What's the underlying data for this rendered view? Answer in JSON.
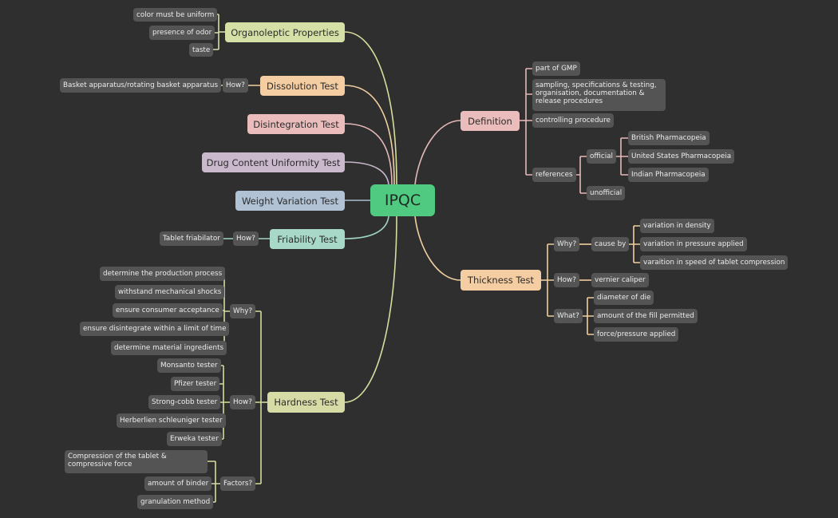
{
  "center": {
    "label": "IPQC"
  },
  "left": {
    "organoleptic": {
      "label": "Organoleptic Properties",
      "items": [
        "color must be uniform",
        "presence of odor",
        "taste"
      ]
    },
    "dissolution": {
      "label": "Dissolution Test",
      "how": "How?",
      "how_items": [
        "Basket apparatus/rotating basket apparatus"
      ]
    },
    "disintegration": {
      "label": "Disintegration Test"
    },
    "drug_content": {
      "label": "Drug Content Uniformity Test"
    },
    "weight_variation": {
      "label": "Weight Variation Test"
    },
    "friability": {
      "label": "Friability Test",
      "how": "How?",
      "how_items": [
        "Tablet friabilator"
      ]
    },
    "hardness": {
      "label": "Hardness Test",
      "why": "Why?",
      "why_items": [
        "determine the production process",
        "withstand mechanical shocks",
        "ensure consumer acceptance",
        "ensure disintegrate within a limit of time",
        "determine material ingredients"
      ],
      "how": "How?",
      "how_items": [
        "Monsanto tester",
        "Pfizer tester",
        "Strong-cobb tester",
        "Herberlien schleuniger tester",
        "Erweka tester"
      ],
      "factors": "Factors?",
      "factors_items": [
        "Compression of the tablet & compressive force",
        "amount of binder",
        "granulation method"
      ]
    }
  },
  "right": {
    "definition": {
      "label": "Definition",
      "items": [
        "part of GMP",
        "sampling, specifications & testing, organisation, documentation & release procedures",
        "controlling procedure"
      ],
      "references": "references",
      "official": "official",
      "official_items": [
        "British Pharmacopeia",
        "United States Pharmacopeia",
        "Indian Pharmacopeia"
      ],
      "unofficial": "unofficial"
    },
    "thickness": {
      "label": "Thickness Test",
      "why": "Why?",
      "cause_by": "cause by",
      "cause_items": [
        "variation in density",
        "variation in pressure applied",
        "varaition in speed of tablet compression"
      ],
      "how": "How?",
      "how_items": [
        "vernier caliper"
      ],
      "what": "What?",
      "what_items": [
        "diameter of die",
        "amount of the fill permitted",
        "force/pressure applied"
      ]
    }
  },
  "colors": {
    "background": "#2f2f2f",
    "center": "#4fca80",
    "sub_node": "#555454",
    "connector": "#e4e0a8"
  }
}
